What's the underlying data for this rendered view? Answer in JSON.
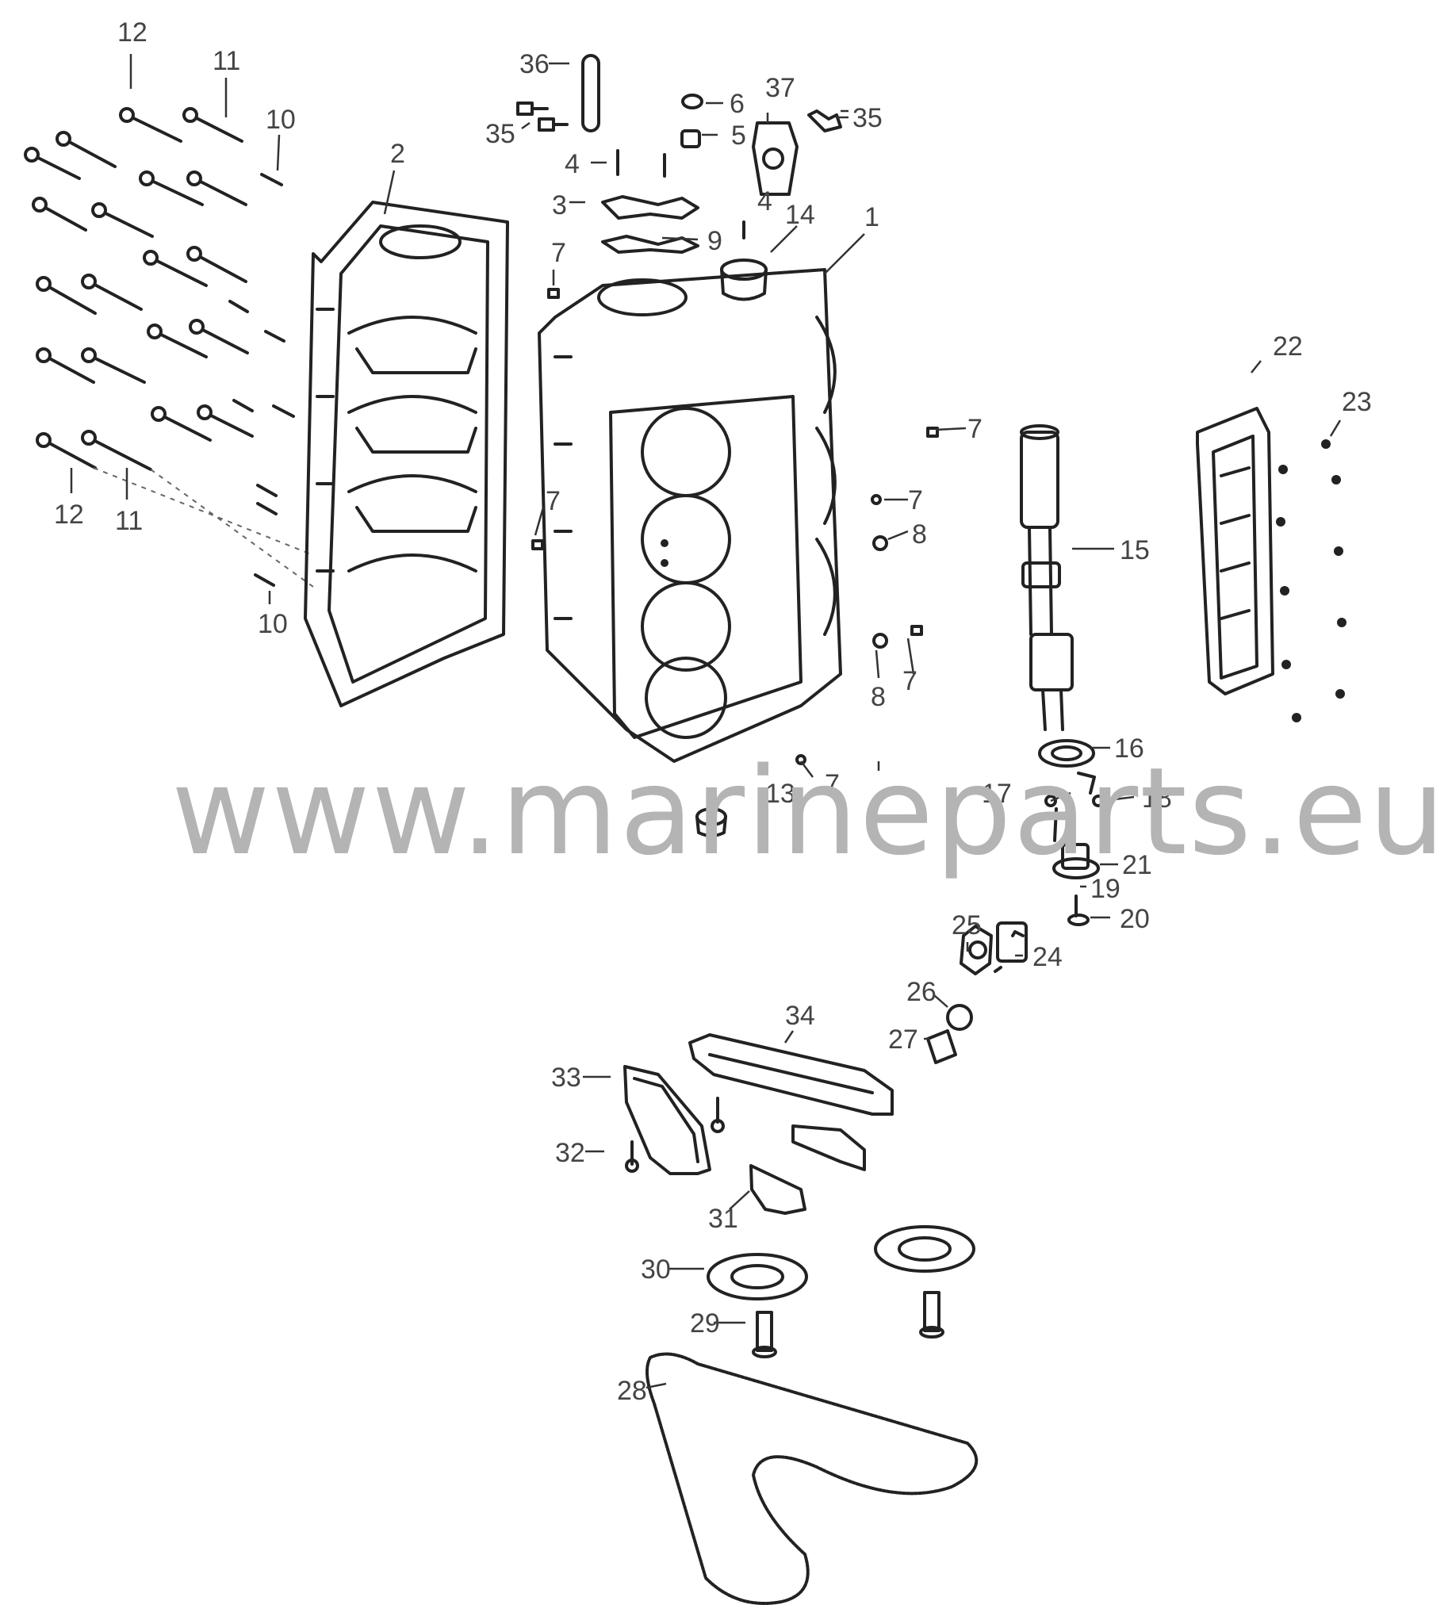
{
  "watermark": "www.marineparts.eu",
  "callouts": [
    "1",
    "2",
    "3",
    "4",
    "5",
    "6",
    "7",
    "8",
    "9",
    "10",
    "11",
    "12",
    "13",
    "14",
    "15",
    "16",
    "17",
    "18",
    "19",
    "20",
    "21",
    "22",
    "23",
    "24",
    "25",
    "26",
    "27",
    "28",
    "29",
    "30",
    "31",
    "32",
    "33",
    "34",
    "35",
    "36",
    "37"
  ]
}
